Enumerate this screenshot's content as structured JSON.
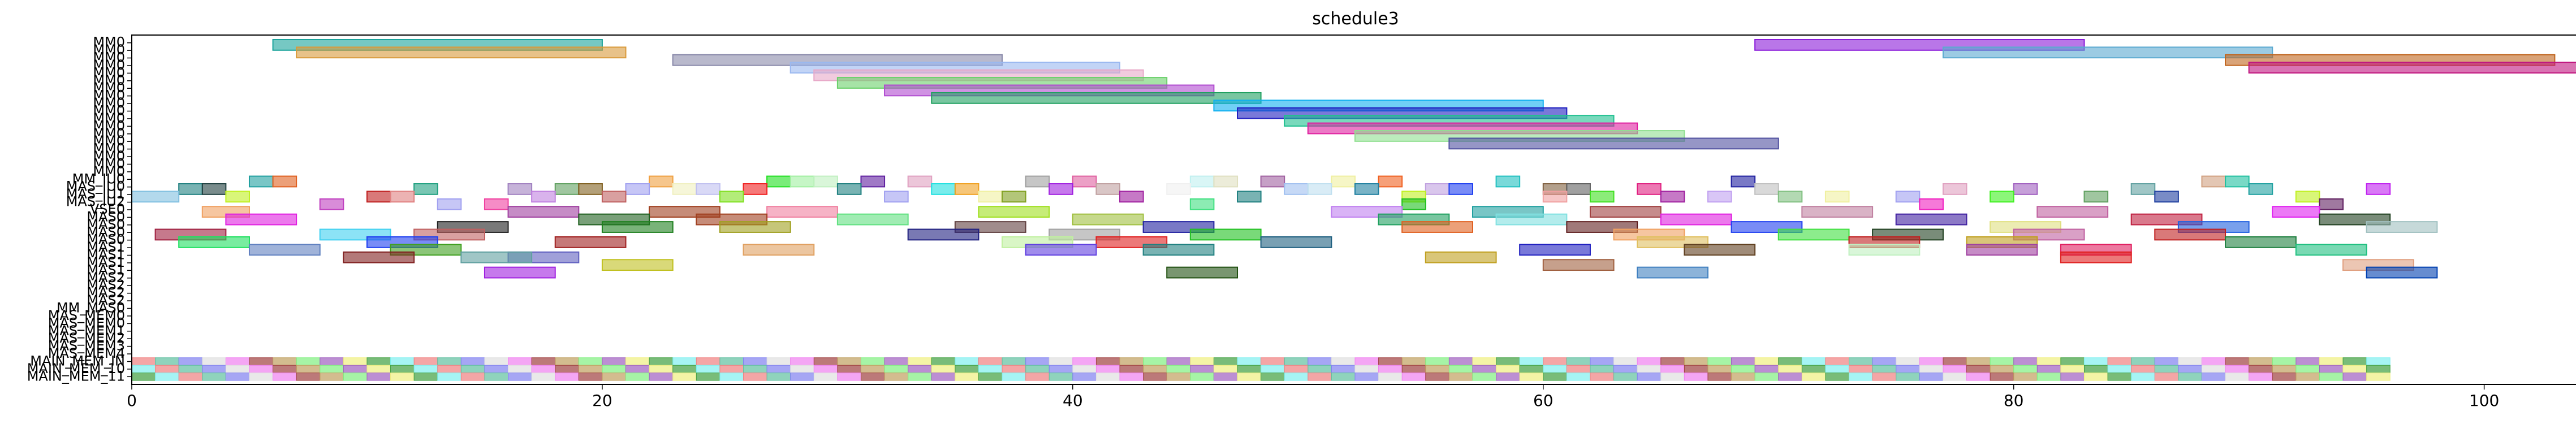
{
  "chart_data": {
    "type": "gantt",
    "title": "schedule3",
    "xlabel": "",
    "ylabel": "",
    "xlim": [
      0,
      104
    ],
    "xticks": [
      0,
      20,
      40,
      60,
      80,
      100
    ],
    "grid": false,
    "categories": [
      "MM0",
      "MM0",
      "MM0",
      "MM0",
      "MM0",
      "MM0",
      "MM0",
      "MM0",
      "MM0",
      "MM0",
      "MM0",
      "MM0",
      "MM0",
      "MM0",
      "MM0",
      "MM0",
      "MM0",
      "MM0",
      "MM_IU0",
      "MAS_IU0",
      "MAS_IU1",
      "MAS_IU2",
      "VSE0",
      "MAS0",
      "MAS0",
      "MAS0",
      "MAS0",
      "MAS1",
      "MAS1",
      "MAS1",
      "MAS1",
      "MAS2",
      "MAS2",
      "MAS2",
      "MAS2",
      "MM_MAS0",
      "MAS_MEM0",
      "MAS_MEM0",
      "MAS_MEM1",
      "MAS_MEM2",
      "MAS_MEM3",
      "MAS_MEM4",
      "MAIN_MEM_IN",
      "MAIN_MEM_10",
      "MAIN_MEM_11"
    ],
    "tasks": [
      {
        "row": 0,
        "start": 6.0,
        "end": 20.0,
        "color": "#1aa39b"
      },
      {
        "row": 0,
        "start": 69.0,
        "end": 83.0,
        "color": "#8a1bd9"
      },
      {
        "row": 1,
        "start": 7.0,
        "end": 21.0,
        "color": "#d99a3a"
      },
      {
        "row": 1,
        "start": 77.0,
        "end": 91.0,
        "color": "#5aa9d0"
      },
      {
        "row": 2,
        "start": 23.0,
        "end": 37.0,
        "color": "#8a8aaa"
      },
      {
        "row": 2,
        "start": 89.0,
        "end": 103.0,
        "color": "#c0651e"
      },
      {
        "row": 3,
        "start": 28.0,
        "end": 42.0,
        "color": "#9ab8f0"
      },
      {
        "row": 3,
        "start": 90.0,
        "end": 104.0,
        "color": "#c0157f"
      },
      {
        "row": 4,
        "start": 29.0,
        "end": 43.0,
        "color": "#e8a8c8"
      },
      {
        "row": 5,
        "start": 30.0,
        "end": 44.0,
        "color": "#6ad06a"
      },
      {
        "row": 6,
        "start": 32.0,
        "end": 46.0,
        "color": "#b04ad0"
      },
      {
        "row": 7,
        "start": 34.0,
        "end": 48.0,
        "color": "#20a060"
      },
      {
        "row": 8,
        "start": 46.0,
        "end": 60.0,
        "color": "#10b0f0"
      },
      {
        "row": 9,
        "start": 47.0,
        "end": 61.0,
        "color": "#2020c0"
      },
      {
        "row": 10,
        "start": 49.0,
        "end": 63.0,
        "color": "#20c090"
      },
      {
        "row": 11,
        "start": 50.0,
        "end": 64.0,
        "color": "#e020a0"
      },
      {
        "row": 12,
        "start": 52.0,
        "end": 66.0,
        "color": "#90e090"
      },
      {
        "row": 13,
        "start": 56.0,
        "end": 70.0,
        "color": "#5050a0"
      },
      {
        "row": 18,
        "start": 5.0,
        "end": 6.0,
        "color": "#20a0a0"
      },
      {
        "row": 18,
        "start": 6.0,
        "end": 7.0,
        "color": "#e06020"
      },
      {
        "row": 18,
        "start": 22.0,
        "end": 23.0,
        "color": "#f0a040"
      },
      {
        "row": 18,
        "start": 27.0,
        "end": 28.0,
        "color": "#20e020"
      },
      {
        "row": 18,
        "start": 28.0,
        "end": 29.0,
        "color": "#a0f0a0"
      },
      {
        "row": 18,
        "start": 29.0,
        "end": 30.0,
        "color": "#c0f0c0"
      },
      {
        "row": 18,
        "start": 31.0,
        "end": 32.0,
        "color": "#6020a0"
      },
      {
        "row": 18,
        "start": 33.0,
        "end": 34.0,
        "color": "#e0a0c0"
      },
      {
        "row": 18,
        "start": 38.0,
        "end": 39.0,
        "color": "#a0a0a0"
      },
      {
        "row": 18,
        "start": 40.0,
        "end": 41.0,
        "color": "#e060a0"
      },
      {
        "row": 18,
        "start": 45.0,
        "end": 46.0,
        "color": "#c0f0f0"
      },
      {
        "row": 18,
        "start": 46.0,
        "end": 47.0,
        "color": "#e0e0c0"
      },
      {
        "row": 18,
        "start": 48.0,
        "end": 49.0,
        "color": "#a060a0"
      },
      {
        "row": 18,
        "start": 51.0,
        "end": 52.0,
        "color": "#f0f0a0"
      },
      {
        "row": 18,
        "start": 53.0,
        "end": 54.0,
        "color": "#f06020"
      },
      {
        "row": 18,
        "start": 58.0,
        "end": 59.0,
        "color": "#20c0c0"
      },
      {
        "row": 18,
        "start": 68.0,
        "end": 69.0,
        "color": "#2020a0"
      },
      {
        "row": 18,
        "start": 88.0,
        "end": 89.0,
        "color": "#d0a080"
      },
      {
        "row": 18,
        "start": 89.0,
        "end": 90.0,
        "color": "#20c0a0"
      },
      {
        "row": 19,
        "start": 2.0,
        "end": 3.0,
        "color": "#208080"
      },
      {
        "row": 19,
        "start": 3.0,
        "end": 4.0,
        "color": "#204040"
      },
      {
        "row": 19,
        "start": 12.0,
        "end": 13.0,
        "color": "#20a080"
      },
      {
        "row": 19,
        "start": 16.0,
        "end": 17.0,
        "color": "#a080c0"
      },
      {
        "row": 19,
        "start": 18.0,
        "end": 19.0,
        "color": "#60a060"
      },
      {
        "row": 19,
        "start": 19.0,
        "end": 20.0,
        "color": "#806020"
      },
      {
        "row": 19,
        "start": 21.0,
        "end": 22.0,
        "color": "#a0a0f0"
      },
      {
        "row": 19,
        "start": 23.0,
        "end": 24.0,
        "color": "#f0f0c0"
      },
      {
        "row": 19,
        "start": 24.0,
        "end": 25.0,
        "color": "#c0c0f0"
      },
      {
        "row": 19,
        "start": 26.0,
        "end": 27.0,
        "color": "#f02020"
      },
      {
        "row": 19,
        "start": 30.0,
        "end": 31.0,
        "color": "#208080"
      },
      {
        "row": 19,
        "start": 34.0,
        "end": 35.0,
        "color": "#20e0e0"
      },
      {
        "row": 19,
        "start": 35.0,
        "end": 36.0,
        "color": "#f0a020"
      },
      {
        "row": 19,
        "start": 39.0,
        "end": 40.0,
        "color": "#a020e0"
      },
      {
        "row": 19,
        "start": 41.0,
        "end": 42.0,
        "color": "#c0a0a0"
      },
      {
        "row": 19,
        "start": 44.0,
        "end": 45.0,
        "color": "#f0f0f0"
      },
      {
        "row": 19,
        "start": 49.0,
        "end": 50.0,
        "color": "#a0c0f0"
      },
      {
        "row": 19,
        "start": 50.0,
        "end": 51.0,
        "color": "#c0e0f0"
      },
      {
        "row": 19,
        "start": 52.0,
        "end": 53.0,
        "color": "#2080a0"
      },
      {
        "row": 19,
        "start": 55.0,
        "end": 56.0,
        "color": "#c0a0e0"
      },
      {
        "row": 19,
        "start": 56.0,
        "end": 57.0,
        "color": "#2040f0"
      },
      {
        "row": 19,
        "start": 60.0,
        "end": 61.0,
        "color": "#806040"
      },
      {
        "row": 19,
        "start": 61.0,
        "end": 62.0,
        "color": "#606060"
      },
      {
        "row": 19,
        "start": 64.0,
        "end": 65.0,
        "color": "#e02080"
      },
      {
        "row": 19,
        "start": 69.0,
        "end": 70.0,
        "color": "#c0c0c0"
      },
      {
        "row": 19,
        "start": 77.0,
        "end": 78.0,
        "color": "#e0a0c0"
      },
      {
        "row": 19,
        "start": 80.0,
        "end": 81.0,
        "color": "#a060c0"
      },
      {
        "row": 19,
        "start": 85.0,
        "end": 86.0,
        "color": "#60a0a0"
      },
      {
        "row": 19,
        "start": 90.0,
        "end": 91.0,
        "color": "#20a0a0"
      },
      {
        "row": 19,
        "start": 95.0,
        "end": 96.0,
        "color": "#c020f0"
      },
      {
        "row": 20,
        "start": 0.0,
        "end": 2.0,
        "color": "#80c0e0"
      },
      {
        "row": 20,
        "start": 4.0,
        "end": 5.0,
        "color": "#c0f020"
      },
      {
        "row": 20,
        "start": 10.0,
        "end": 11.0,
        "color": "#c02020"
      },
      {
        "row": 20,
        "start": 11.0,
        "end": 12.0,
        "color": "#e08080"
      },
      {
        "row": 20,
        "start": 17.0,
        "end": 18.0,
        "color": "#c080e0"
      },
      {
        "row": 20,
        "start": 20.0,
        "end": 21.0,
        "color": "#c06060"
      },
      {
        "row": 20,
        "start": 25.0,
        "end": 26.0,
        "color": "#80e020"
      },
      {
        "row": 20,
        "start": 32.0,
        "end": 33.0,
        "color": "#a0a0f0"
      },
      {
        "row": 20,
        "start": 36.0,
        "end": 37.0,
        "color": "#f0f0a0"
      },
      {
        "row": 20,
        "start": 37.0,
        "end": 38.0,
        "color": "#80a020"
      },
      {
        "row": 20,
        "start": 42.0,
        "end": 43.0,
        "color": "#a020a0"
      },
      {
        "row": 20,
        "start": 47.0,
        "end": 48.0,
        "color": "#208080"
      },
      {
        "row": 20,
        "start": 54.0,
        "end": 55.0,
        "color": "#c0f020"
      },
      {
        "row": 20,
        "start": 60.0,
        "end": 61.0,
        "color": "#f0a0a0"
      },
      {
        "row": 20,
        "start": 62.0,
        "end": 63.0,
        "color": "#40e020"
      },
      {
        "row": 20,
        "start": 65.0,
        "end": 66.0,
        "color": "#a020a0"
      },
      {
        "row": 20,
        "start": 67.0,
        "end": 68.0,
        "color": "#c0a0f0"
      },
      {
        "row": 20,
        "start": 70.0,
        "end": 71.0,
        "color": "#80c080"
      },
      {
        "row": 20,
        "start": 72.0,
        "end": 73.0,
        "color": "#f0f0a0"
      },
      {
        "row": 20,
        "start": 75.0,
        "end": 76.0,
        "color": "#a0a0f0"
      },
      {
        "row": 20,
        "start": 79.0,
        "end": 80.0,
        "color": "#40f020"
      },
      {
        "row": 20,
        "start": 83.0,
        "end": 84.0,
        "color": "#60a060"
      },
      {
        "row": 20,
        "start": 86.0,
        "end": 87.0,
        "color": "#2040a0"
      },
      {
        "row": 20,
        "start": 92.0,
        "end": 93.0,
        "color": "#c0f020"
      },
      {
        "row": 21,
        "start": 8.0,
        "end": 9.0,
        "color": "#c040c0"
      },
      {
        "row": 21,
        "start": 13.0,
        "end": 14.0,
        "color": "#a0a0f0"
      },
      {
        "row": 21,
        "start": 15.0,
        "end": 16.0,
        "color": "#f040a0"
      },
      {
        "row": 21,
        "start": 45.0,
        "end": 46.0,
        "color": "#40e080"
      },
      {
        "row": 21,
        "start": 54.0,
        "end": 55.0,
        "color": "#20c020"
      },
      {
        "row": 21,
        "start": 76.0,
        "end": 77.0,
        "color": "#f020c0"
      },
      {
        "row": 21,
        "start": 93.0,
        "end": 94.0,
        "color": "#602060"
      },
      {
        "row": 22,
        "start": 3.0,
        "end": 5.0,
        "color": "#f0a060"
      },
      {
        "row": 22,
        "start": 16.0,
        "end": 19.0,
        "color": "#a040a0"
      },
      {
        "row": 22,
        "start": 22.0,
        "end": 25.0,
        "color": "#a04020"
      },
      {
        "row": 22,
        "start": 27.0,
        "end": 30.0,
        "color": "#f080a0"
      },
      {
        "row": 22,
        "start": 36.0,
        "end": 39.0,
        "color": "#a0e020"
      },
      {
        "row": 22,
        "start": 51.0,
        "end": 54.0,
        "color": "#c080f0"
      },
      {
        "row": 22,
        "start": 57.0,
        "end": 60.0,
        "color": "#20a0a0"
      },
      {
        "row": 22,
        "start": 62.0,
        "end": 65.0,
        "color": "#a04040"
      },
      {
        "row": 22,
        "start": 71.0,
        "end": 74.0,
        "color": "#c080a0"
      },
      {
        "row": 22,
        "start": 81.0,
        "end": 84.0,
        "color": "#c060a0"
      },
      {
        "row": 22,
        "start": 91.0,
        "end": 93.0,
        "color": "#e020f0"
      },
      {
        "row": 23,
        "start": 4.0,
        "end": 7.0,
        "color": "#e020e0"
      },
      {
        "row": 23,
        "start": 19.0,
        "end": 22.0,
        "color": "#206020"
      },
      {
        "row": 23,
        "start": 24.0,
        "end": 27.0,
        "color": "#a04020"
      },
      {
        "row": 23,
        "start": 30.0,
        "end": 33.0,
        "color": "#60e080"
      },
      {
        "row": 23,
        "start": 40.0,
        "end": 43.0,
        "color": "#a0c040"
      },
      {
        "row": 23,
        "start": 53.0,
        "end": 56.0,
        "color": "#20a060"
      },
      {
        "row": 23,
        "start": 58.0,
        "end": 61.0,
        "color": "#80e0e0"
      },
      {
        "row": 23,
        "start": 65.0,
        "end": 68.0,
        "color": "#e020e0"
      },
      {
        "row": 23,
        "start": 75.0,
        "end": 78.0,
        "color": "#4020a0"
      },
      {
        "row": 23,
        "start": 85.0,
        "end": 88.0,
        "color": "#c02040"
      },
      {
        "row": 23,
        "start": 93.0,
        "end": 96.0,
        "color": "#204020"
      },
      {
        "row": 24,
        "start": 13.0,
        "end": 16.0,
        "color": "#202020"
      },
      {
        "row": 24,
        "start": 20.0,
        "end": 23.0,
        "color": "#208020"
      },
      {
        "row": 24,
        "start": 25.0,
        "end": 28.0,
        "color": "#a0a020"
      },
      {
        "row": 24,
        "start": 35.0,
        "end": 38.0,
        "color": "#604040"
      },
      {
        "row": 24,
        "start": 43.0,
        "end": 46.0,
        "color": "#2020a0"
      },
      {
        "row": 24,
        "start": 54.0,
        "end": 57.0,
        "color": "#e06020"
      },
      {
        "row": 24,
        "start": 61.0,
        "end": 64.0,
        "color": "#602020"
      },
      {
        "row": 24,
        "start": 68.0,
        "end": 71.0,
        "color": "#2040f0"
      },
      {
        "row": 24,
        "start": 79.0,
        "end": 82.0,
        "color": "#e0e080"
      },
      {
        "row": 24,
        "start": 87.0,
        "end": 90.0,
        "color": "#2060e0"
      },
      {
        "row": 24,
        "start": 95.0,
        "end": 98.0,
        "color": "#a0c0c0"
      },
      {
        "row": 25,
        "start": 1.0,
        "end": 4.0,
        "color": "#a02040"
      },
      {
        "row": 25,
        "start": 8.0,
        "end": 11.0,
        "color": "#40d0f0"
      },
      {
        "row": 25,
        "start": 12.0,
        "end": 15.0,
        "color": "#c06060"
      },
      {
        "row": 25,
        "start": 33.0,
        "end": 36.0,
        "color": "#202080"
      },
      {
        "row": 25,
        "start": 39.0,
        "end": 42.0,
        "color": "#a0a0a0"
      },
      {
        "row": 25,
        "start": 45.0,
        "end": 48.0,
        "color": "#20c020"
      },
      {
        "row": 25,
        "start": 63.0,
        "end": 66.0,
        "color": "#f0a060"
      },
      {
        "row": 25,
        "start": 70.0,
        "end": 73.0,
        "color": "#40e040"
      },
      {
        "row": 25,
        "start": 74.0,
        "end": 77.0,
        "color": "#204020"
      },
      {
        "row": 25,
        "start": 80.0,
        "end": 83.0,
        "color": "#c060a0"
      },
      {
        "row": 25,
        "start": 86.0,
        "end": 89.0,
        "color": "#c02020"
      },
      {
        "row": 26,
        "start": 2.0,
        "end": 5.0,
        "color": "#20e060"
      },
      {
        "row": 26,
        "start": 10.0,
        "end": 13.0,
        "color": "#2040f0"
      },
      {
        "row": 26,
        "start": 18.0,
        "end": 21.0,
        "color": "#a02020"
      },
      {
        "row": 26,
        "start": 37.0,
        "end": 40.0,
        "color": "#c0f0a0"
      },
      {
        "row": 26,
        "start": 41.0,
        "end": 44.0,
        "color": "#e02020"
      },
      {
        "row": 26,
        "start": 48.0,
        "end": 51.0,
        "color": "#206080"
      },
      {
        "row": 26,
        "start": 64.0,
        "end": 67.0,
        "color": "#e0c060"
      },
      {
        "row": 26,
        "start": 73.0,
        "end": 76.0,
        "color": "#c02020"
      },
      {
        "row": 26,
        "start": 78.0,
        "end": 81.0,
        "color": "#c0a020"
      },
      {
        "row": 26,
        "start": 89.0,
        "end": 92.0,
        "color": "#208040"
      },
      {
        "row": 27,
        "start": 5.0,
        "end": 8.0,
        "color": "#6080c0"
      },
      {
        "row": 27,
        "start": 11.0,
        "end": 14.0,
        "color": "#40a020"
      },
      {
        "row": 27,
        "start": 26.0,
        "end": 29.0,
        "color": "#e0a060"
      },
      {
        "row": 27,
        "start": 38.0,
        "end": 41.0,
        "color": "#6040e0"
      },
      {
        "row": 27,
        "start": 43.0,
        "end": 46.0,
        "color": "#208080"
      },
      {
        "row": 27,
        "start": 59.0,
        "end": 62.0,
        "color": "#2020c0"
      },
      {
        "row": 27,
        "start": 66.0,
        "end": 69.0,
        "color": "#604020"
      },
      {
        "row": 27,
        "start": 73.0,
        "end": 76.0,
        "color": "#c0f0c0"
      },
      {
        "row": 27,
        "start": 78.0,
        "end": 81.0,
        "color": "#a040a0"
      },
      {
        "row": 27,
        "start": 82.0,
        "end": 85.0,
        "color": "#e02060"
      },
      {
        "row": 27,
        "start": 92.0,
        "end": 95.0,
        "color": "#20c080"
      },
      {
        "row": 28,
        "start": 9.0,
        "end": 12.0,
        "color": "#802020"
      },
      {
        "row": 28,
        "start": 16.0,
        "end": 19.0,
        "color": "#6060c0"
      },
      {
        "row": 28,
        "start": 82.0,
        "end": 85.0,
        "color": "#e02020"
      },
      {
        "row": 28,
        "start": 14.0,
        "end": 17.0,
        "color": "#60a0a0"
      },
      {
        "row": 29,
        "start": 20.0,
        "end": 23.0,
        "color": "#c0c020"
      },
      {
        "row": 28,
        "start": 55.0,
        "end": 58.0,
        "color": "#c0a020"
      },
      {
        "row": 29,
        "start": 60.0,
        "end": 63.0,
        "color": "#a06040"
      },
      {
        "row": 29,
        "start": 94.0,
        "end": 97.0,
        "color": "#e0a080"
      },
      {
        "row": 30,
        "start": 15.0,
        "end": 18.0,
        "color": "#a020e0"
      },
      {
        "row": 30,
        "start": 44.0,
        "end": 47.0,
        "color": "#205010"
      },
      {
        "row": 30,
        "start": 64.0,
        "end": 67.0,
        "color": "#4080c0"
      },
      {
        "row": 30,
        "start": 95.0,
        "end": 98.0,
        "color": "#0040b0"
      }
    ],
    "main_mem": {
      "rows": [
        42,
        43,
        44
      ],
      "slot_width": 1,
      "x_range": [
        0,
        96
      ]
    }
  }
}
